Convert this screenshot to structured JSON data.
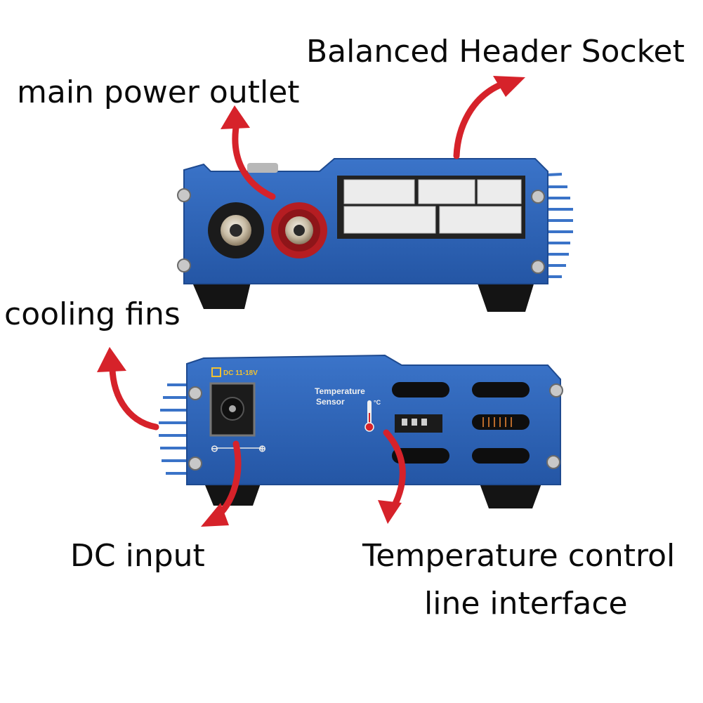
{
  "labels": {
    "balanced_header_socket": "Balanced Header Socket",
    "main_power_outlet": "main power outlet",
    "cooling_fins": "cooling fins",
    "dc_input": "DC input",
    "temp_control_line1": "Temperature control",
    "temp_control_line2": "line interface"
  },
  "panel_print": {
    "dc_rating": "DC 11-18V",
    "temp_sensor_line1": "Temperature",
    "temp_sensor_line2": "Sensor",
    "degree_symbol": "°C",
    "polarity_minus": "⊖",
    "polarity_plus": "⊕"
  },
  "colors": {
    "panel_blue": "#2f64b8",
    "panel_blue_dark": "#1e4a90",
    "arrow_red": "#d6222a",
    "socket_red": "#b51d22",
    "socket_black": "#1b1b1b",
    "connector_white": "#ececec",
    "fin_blue": "#3a73c8",
    "feet_black": "#141414",
    "silk_yellow": "#f2c230"
  }
}
